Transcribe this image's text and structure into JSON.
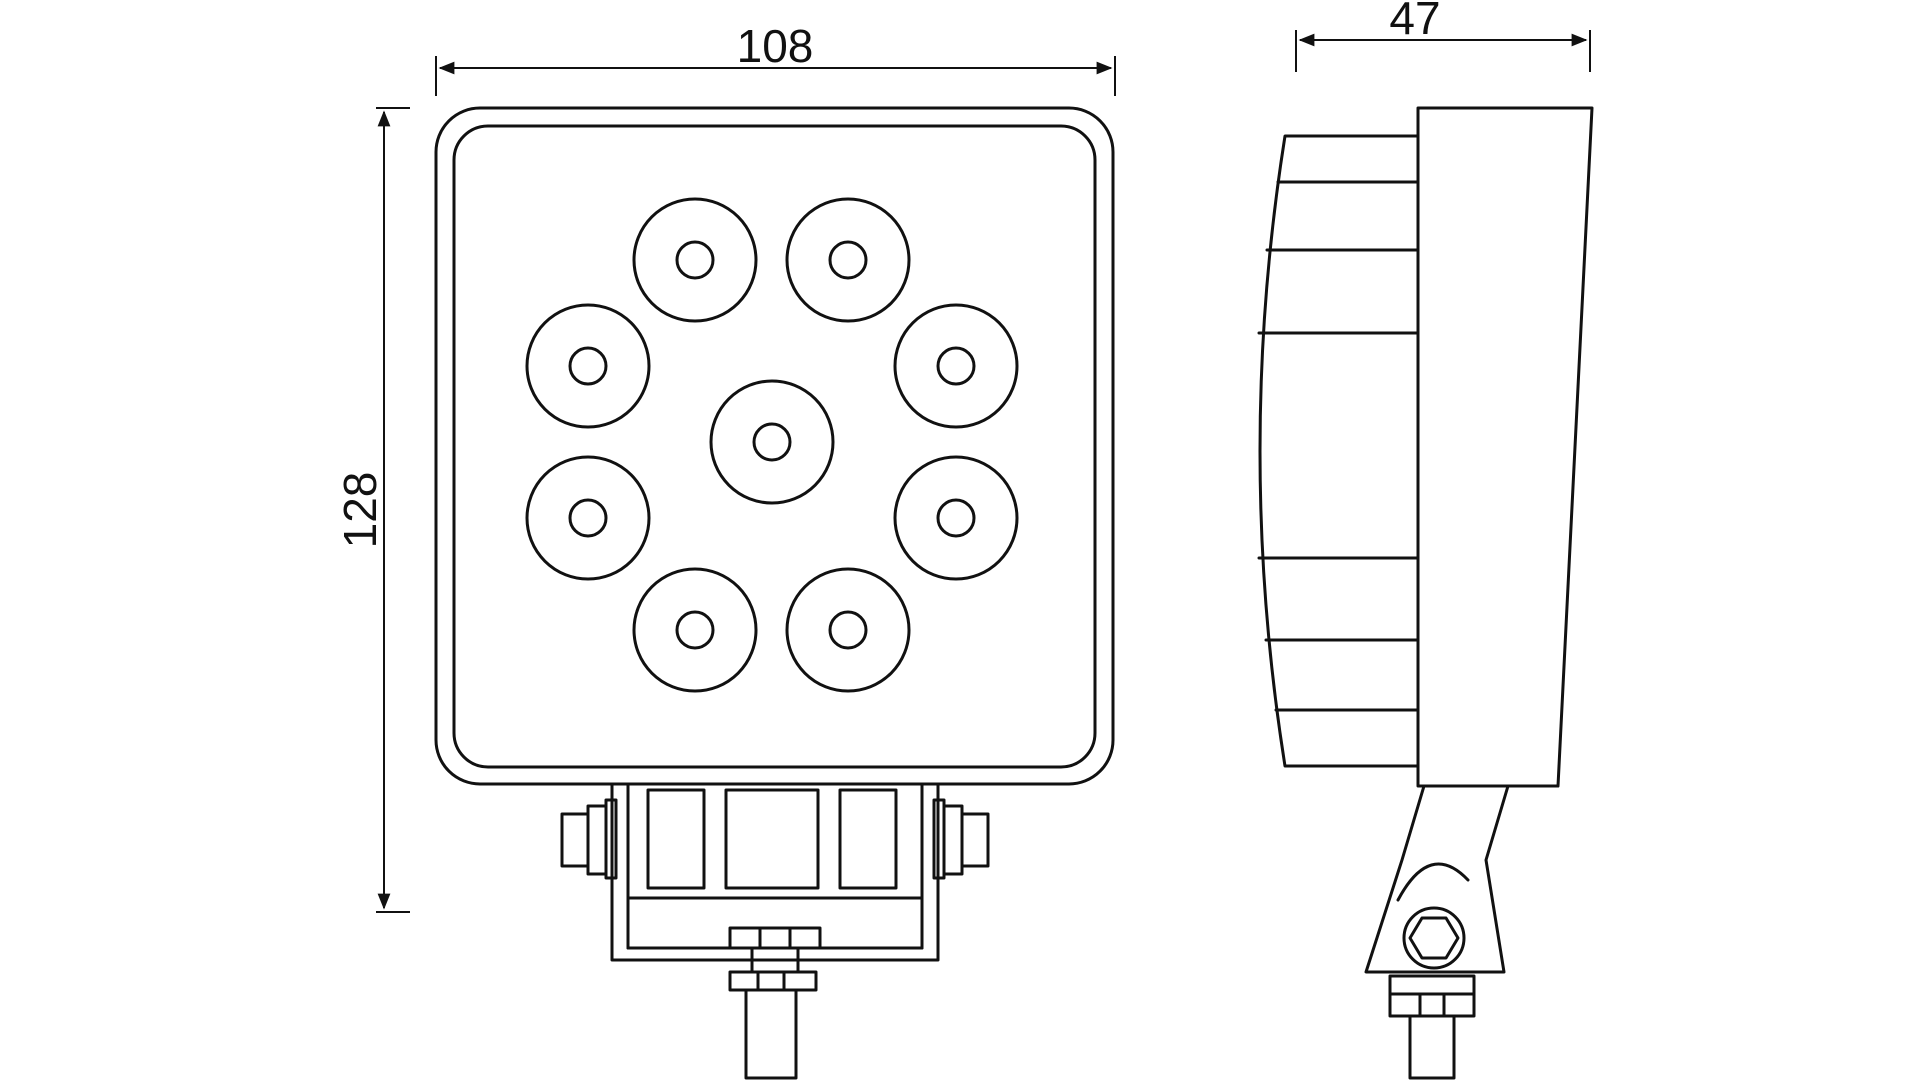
{
  "dimensions": {
    "front_width": "108",
    "height": "128",
    "side_depth": "47"
  },
  "colors": {
    "line": "#111111",
    "background": "#ffffff"
  }
}
